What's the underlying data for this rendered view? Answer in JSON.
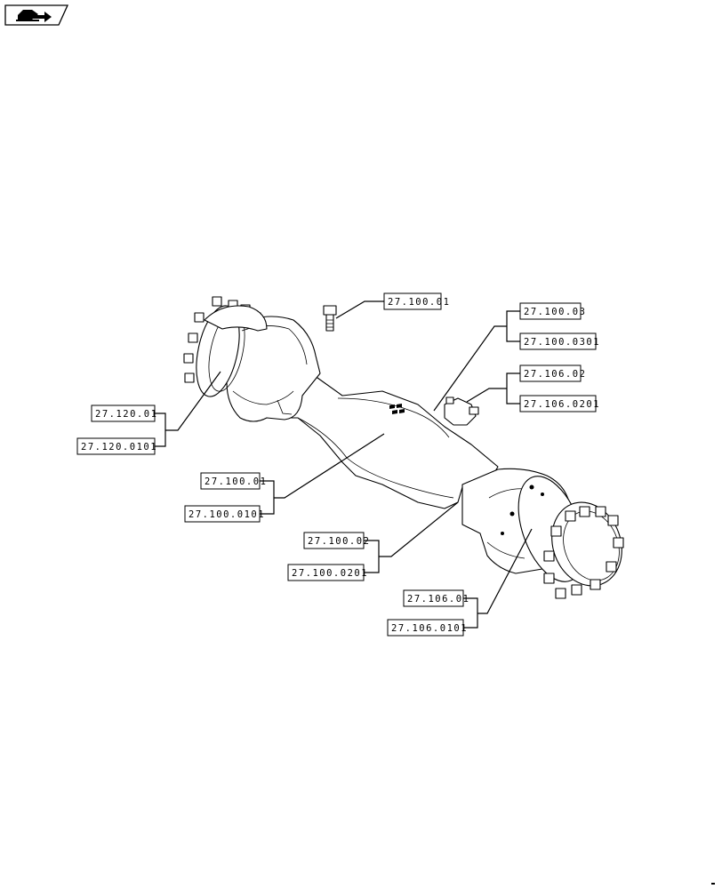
{
  "colors": {
    "ink": "#000000",
    "paper": "#ffffff"
  },
  "nav_icon": "next-page-arrow-icon",
  "refs": {
    "bolt_top": "27.100.01",
    "tr_1": "27.100.03",
    "tr_2": "27.100.0301",
    "mr_1": "27.106.02",
    "mr_2": "27.106.0201",
    "l_1": "27.120.01",
    "l_2": "27.120.0101",
    "c_1": "27.100.01",
    "c_2": "27.100.0101",
    "b_1": "27.100.02",
    "b_2": "27.100.0201",
    "br_1": "27.106.01",
    "br_2": "27.106.0101"
  }
}
